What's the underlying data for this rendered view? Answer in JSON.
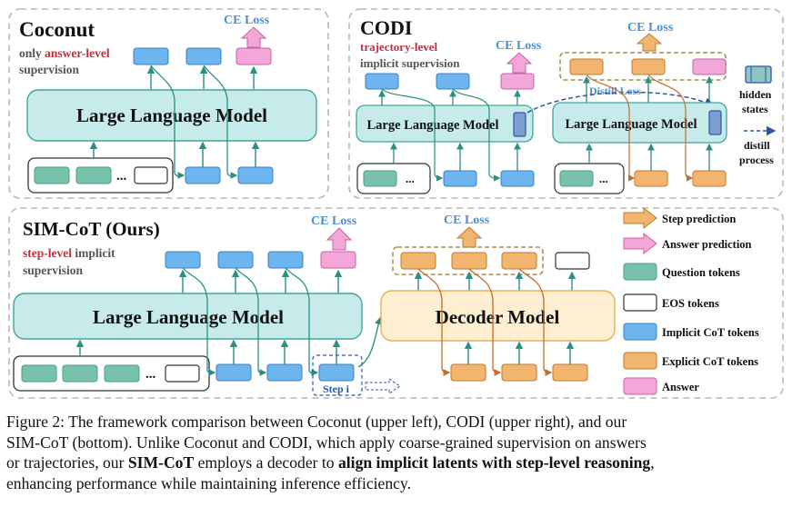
{
  "coconut": {
    "title": "Coconut",
    "sub_pre": "only ",
    "sub_red": "answer-level",
    "sub_post": "supervision",
    "ce_loss": "CE Loss",
    "llm": "Large Language Model",
    "ellipsis": "..."
  },
  "codi": {
    "title": "CODI",
    "sub_red": "trajectory-level",
    "sub_post": "implicit supervision",
    "ce_loss_left": "CE Loss",
    "ce_loss_right": "CE Loss",
    "llm_left": "Large Language Model",
    "llm_right": "Large Language Model",
    "distill_loss": "Distill Loss",
    "legend_hidden_1": "hidden",
    "legend_hidden_2": "states",
    "legend_distill_1": "distill",
    "legend_distill_2": "process",
    "ellipsis": "..."
  },
  "simcot": {
    "title": "SIM-CoT (Ours)",
    "sub_red": "step-level",
    "sub_post1": " implicit",
    "sub_post2": "supervision",
    "ce_loss_left": "CE Loss",
    "ce_loss_right": "CE Loss",
    "llm": "Large Language Model",
    "decoder": "Decoder Model",
    "step_label": "Step i",
    "ellipsis": "..."
  },
  "legend": {
    "step_prediction": "Step prediction",
    "answer_prediction": "Answer prediction",
    "question_tokens": "Question tokens",
    "eos_tokens": "EOS tokens",
    "implicit_cot_tokens": "Implicit CoT tokens",
    "explicit_cot_tokens": "Explicit CoT tokens",
    "answer": "Answer"
  },
  "colors": {
    "llm_fill": "#c6ebea",
    "llm_stroke": "#3fa79d",
    "decoder_fill": "#fdefcf",
    "decoder_stroke": "#e2b15c",
    "implicit": "#6cb5ee",
    "explicit": "#f2b570",
    "question": "#78c2ad",
    "answer": "#f2a7d8",
    "red_text": "#c0303c",
    "teal_arrow": "#2a8f84",
    "orange_arrow": "#c76a2a",
    "ce_blue": "#4a8fd6"
  },
  "caption": {
    "line1": "Figure 2: The framework comparison between Coconut (upper left), CODI (upper right), and our",
    "line2": "SIM-CoT (bottom). Unlike Coconut and CODI, which apply coarse-grained supervision on answers",
    "line3_pre": "or trajectories, our ",
    "line3_bold1": "SIM-CoT",
    "line3_mid": " employs a decoder to ",
    "line3_bold2": "align implicit latents with step-level reasoning",
    "line3_post": ",",
    "line4": "enhancing performance while maintaining inference efficiency."
  }
}
